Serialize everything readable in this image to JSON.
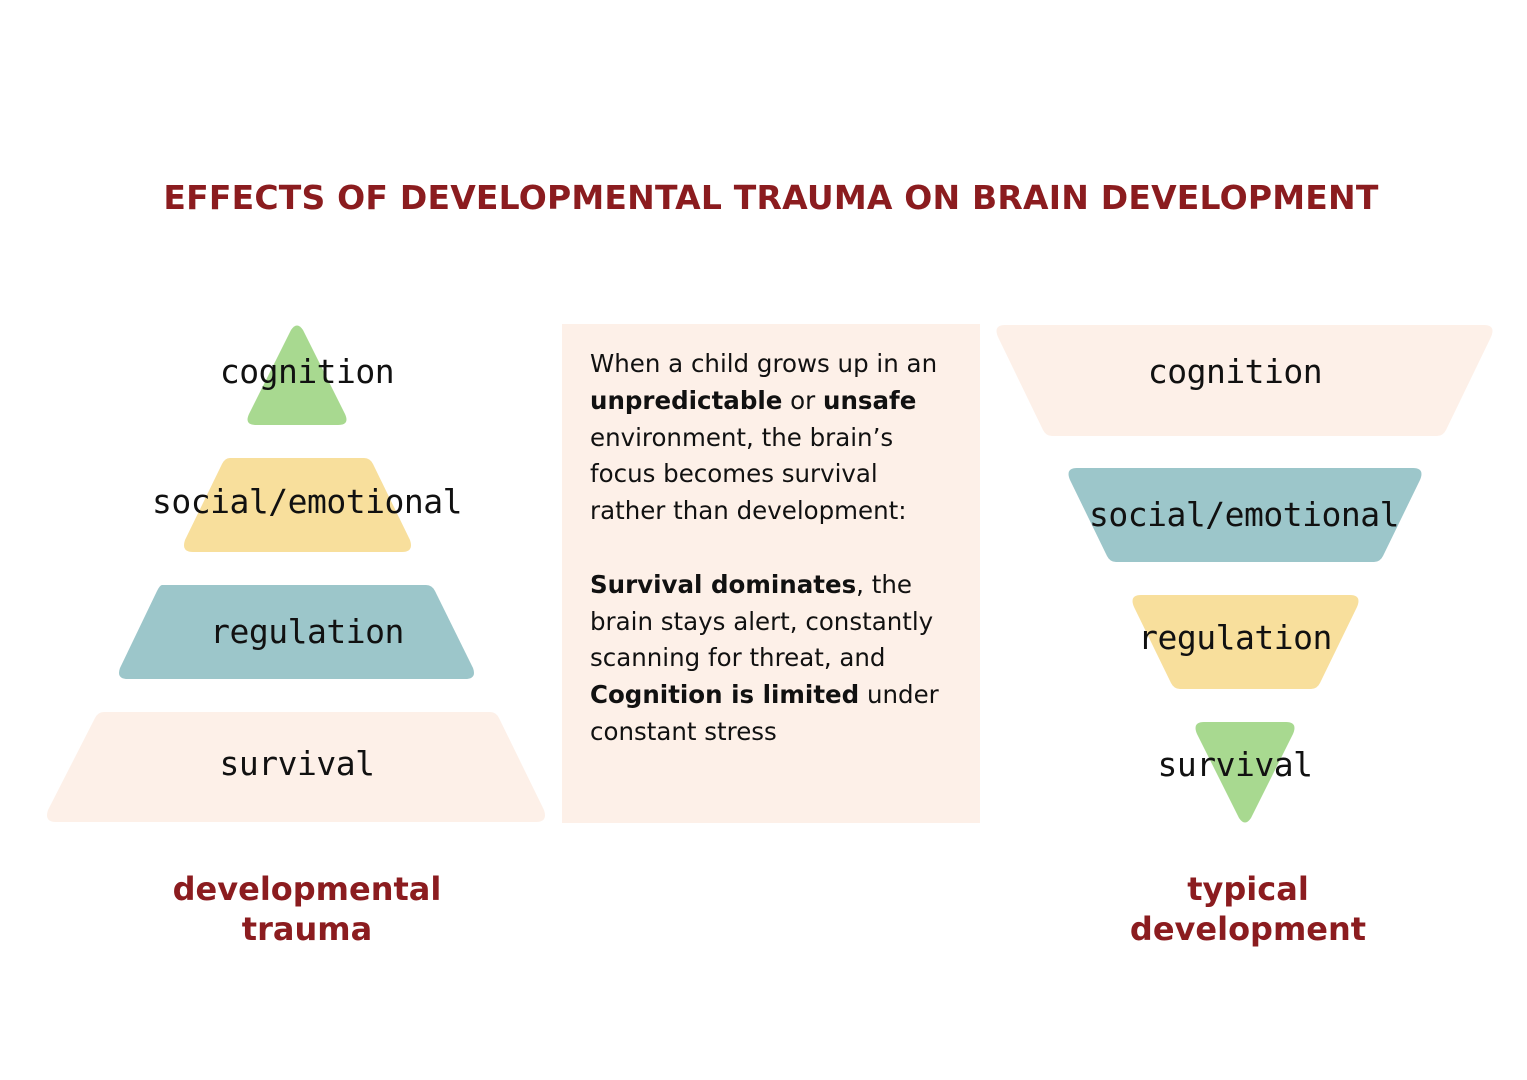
{
  "title": "EFFECTS OF DEVELOPMENTAL TRAUMA ON BRAIN DEVELOPMENT",
  "colors": {
    "title": "#8b1c1f",
    "green": "#a8d990",
    "yellow": "#f8df9c",
    "teal": "#9cc6ca",
    "peach": "#fdf0e8",
    "text": "#111111"
  },
  "left_pyramid": {
    "caption_line1": "developmental",
    "caption_line2": "trauma",
    "levels": [
      {
        "label": "cognition",
        "color": "green"
      },
      {
        "label": "social/emotional",
        "color": "yellow"
      },
      {
        "label": "regulation",
        "color": "teal"
      },
      {
        "label": "survival",
        "color": "peach"
      }
    ]
  },
  "right_pyramid": {
    "caption_line1": "typical",
    "caption_line2": "development",
    "levels": [
      {
        "label": "cognition",
        "color": "peach"
      },
      {
        "label": "social/emotional",
        "color": "teal"
      },
      {
        "label": "regulation",
        "color": "yellow"
      },
      {
        "label": "survival",
        "color": "green"
      }
    ]
  },
  "explanation": {
    "p1_a": "When a child grows up in an ",
    "p1_b": "unpredictable",
    "p1_c": " or ",
    "p1_d": "unsafe",
    "p1_e": " environment, the brain’s focus becomes survival rather than development:",
    "p2_a": "Survival dominates",
    "p2_b": ", the brain stays alert, constantly scanning for threat, and ",
    "p2_c": "Cognition is limited",
    "p2_d": " under constant stress"
  }
}
